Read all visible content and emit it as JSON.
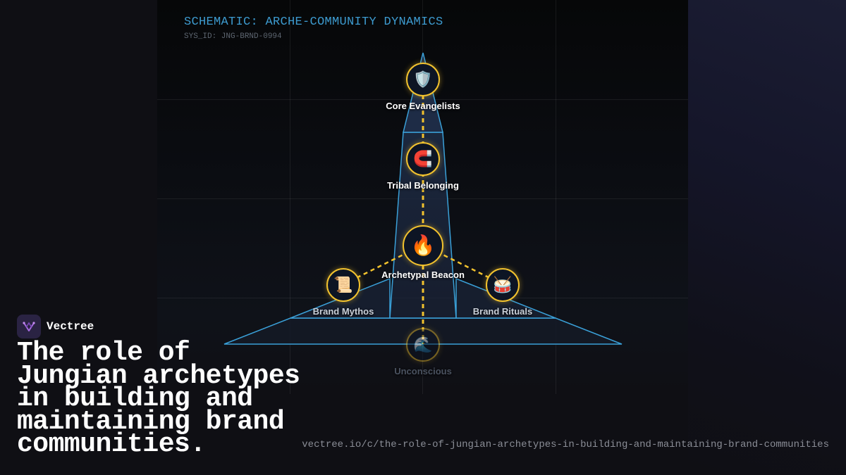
{
  "schematic": {
    "title": "SCHEMATIC: ARCHE-COMMUNITY DYNAMICS",
    "sys_id": "SYS_ID: JNG-BRND-0994"
  },
  "nodes": {
    "core": {
      "label": "Core Evangelists",
      "icon": "shield-icon",
      "glyph": "🛡️"
    },
    "tribal": {
      "label": "Tribal Belonging",
      "icon": "magnet-icon",
      "glyph": "🧲"
    },
    "beacon": {
      "label": "Archetypal Beacon",
      "icon": "fire-icon",
      "glyph": "🔥"
    },
    "mythos": {
      "label": "Brand Mythos",
      "icon": "scroll-icon",
      "glyph": "📜"
    },
    "rituals": {
      "label": "Brand Rituals",
      "icon": "drum-icon",
      "glyph": "🥁"
    },
    "unconscious": {
      "label": "Unconscious",
      "icon": "wave-icon",
      "glyph": "🌊"
    }
  },
  "colors": {
    "accent_blue": "#3d9bd0",
    "node_border": "#f2c22e",
    "connector": "#f2c22e",
    "structure_stroke": "#3aa0d8"
  },
  "brand": {
    "name": "Vectree",
    "logo_icon": "vectree-logo-icon"
  },
  "headline": "The role of Jungian archetypes in building and maintaining brand communities.",
  "url": "vectree.io/c/the-role-of-jungian-archetypes-in-building-and-maintaining-brand-communities"
}
